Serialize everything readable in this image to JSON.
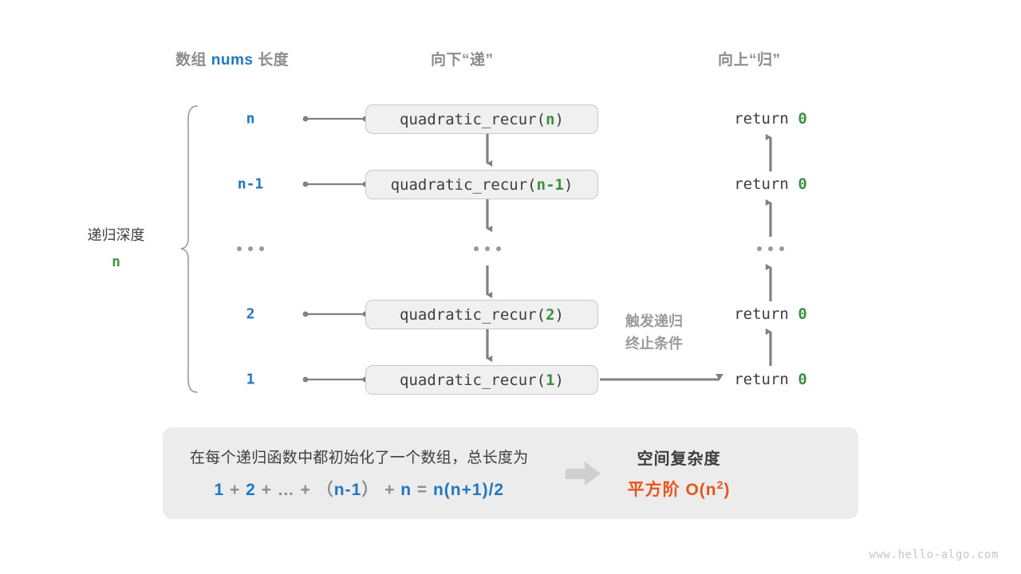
{
  "page": {
    "watermark": "www.hello-algo.com"
  },
  "headers": {
    "left_prefix": "数组",
    "left_code": "nums",
    "left_suffix": "长度",
    "middle": "向下“递”",
    "right": "向上“归”"
  },
  "depth_bracket": {
    "label": "递归深度",
    "value": "n"
  },
  "rows": [
    {
      "depth": "n",
      "call_prefix": "quadratic_recur(",
      "call_arg": "n",
      "call_suffix": ")",
      "return_label": "return",
      "return_value": "0"
    },
    {
      "depth": "n-1",
      "call_prefix": "quadratic_recur(",
      "call_arg": "n-1",
      "call_suffix": ")",
      "return_label": "return",
      "return_value": "0"
    },
    {
      "depth": "...",
      "call_prefix": "...",
      "call_arg": "",
      "call_suffix": "",
      "return_label": "...",
      "return_value": ""
    },
    {
      "depth": "2",
      "call_prefix": "quadratic_recur(",
      "call_arg": "2",
      "call_suffix": ")",
      "return_label": "return",
      "return_value": "0"
    },
    {
      "depth": "1",
      "call_prefix": "quadratic_recur(",
      "call_arg": "1",
      "call_suffix": ")",
      "return_label": "return",
      "return_value": "0"
    }
  ],
  "trigger_note": {
    "line1": "触发递归",
    "line2": "终止条件"
  },
  "summary": {
    "description": "在每个递归函数中都初始化了一个数组，总长度为",
    "formula": {
      "t1": "1",
      "op1": "+",
      "t2": "2",
      "op2": "+",
      "t3": "…",
      "op3": "+",
      "lparen": "（",
      "t4": "n-1",
      "rparen": "）",
      "op4": "+",
      "t5": "n",
      "eq": "=",
      "t6": "n(n+1)/2"
    },
    "arrow_icon": "right-arrow-icon",
    "title": "空间复杂度",
    "complexity_prefix": "平方阶",
    "complexity_big_o": "O(n",
    "complexity_exp": "2",
    "complexity_close": ")"
  },
  "colors": {
    "blue": "#2077c0",
    "green": "#3e8e41",
    "orange": "#e8551c",
    "gray_text": "#3d3d3d",
    "gray_muted": "#8c8c8c",
    "line": "#808080",
    "box_fill": "#f0f0f0",
    "panel_fill": "#ececec"
  }
}
